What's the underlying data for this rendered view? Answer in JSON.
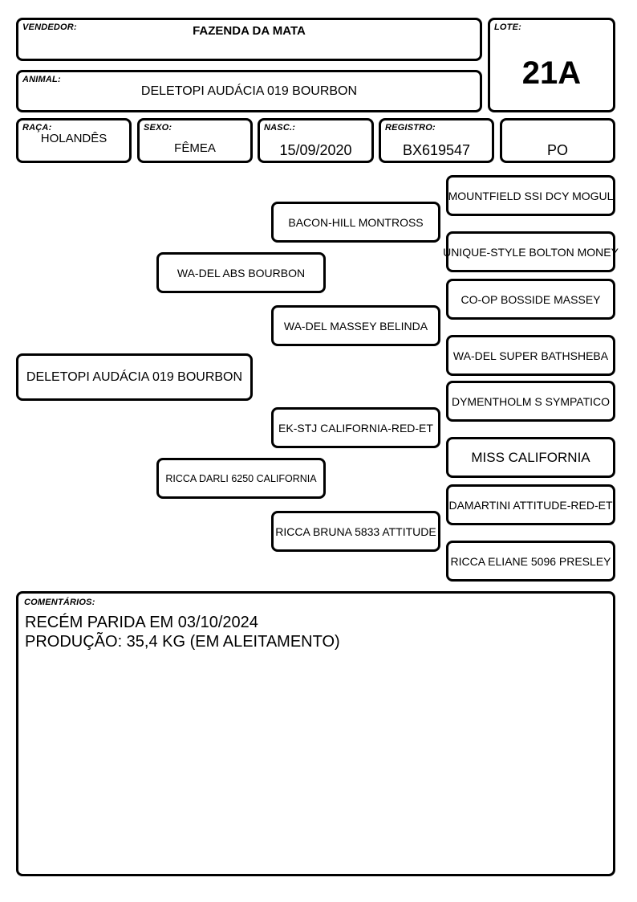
{
  "header": {
    "vendedor": {
      "label": "VENDEDOR:",
      "value": "FAZENDA DA MATA"
    },
    "lote": {
      "label": "LOTE:",
      "value": "21A"
    },
    "animal": {
      "label": "ANIMAL:",
      "value": "DELETOPI AUDÁCIA 019 BOURBON"
    }
  },
  "info": {
    "raca": {
      "label": "RAÇA:",
      "value": "HOLANDÊS"
    },
    "sexo": {
      "label": "SEXO:",
      "value": "FÊMEA"
    },
    "nasc": {
      "label": "NASC.:",
      "value": "15/09/2020"
    },
    "registro": {
      "label": "REGISTRO:",
      "value": "BX619547"
    },
    "grau": {
      "value": "PO"
    }
  },
  "pedigree": {
    "animal": "DELETOPI AUDÁCIA 019 BOURBON",
    "sire": "WA-DEL ABS BOURBON",
    "dam": "RICCA DARLI 6250 CALIFORNIA",
    "sire_sire": "BACON-HILL MONTROSS",
    "sire_dam": "WA-DEL MASSEY BELINDA",
    "dam_sire": "EK-STJ CALIFORNIA-RED-ET",
    "dam_dam": "RICCA BRUNA 5833 ATTITUDE",
    "ggp": [
      "MOUNTFIELD SSI DCY MOGUL",
      "UNIQUE-STYLE BOLTON MONEY",
      "CO-OP BOSSIDE MASSEY",
      "WA-DEL SUPER BATHSHEBA",
      "DYMENTHOLM S SYMPATICO",
      "MISS CALIFORNIA",
      "DAMARTINI ATTITUDE-RED-ET",
      "RICCA ELIANE 5096 PRESLEY"
    ]
  },
  "comentarios": {
    "label": "COMENTÁRIOS:",
    "lines": [
      "RECÉM PARIDA EM 03/10/2024",
      "PRODUÇÃO: 35,4 KG (EM ALEITAMENTO)"
    ]
  }
}
